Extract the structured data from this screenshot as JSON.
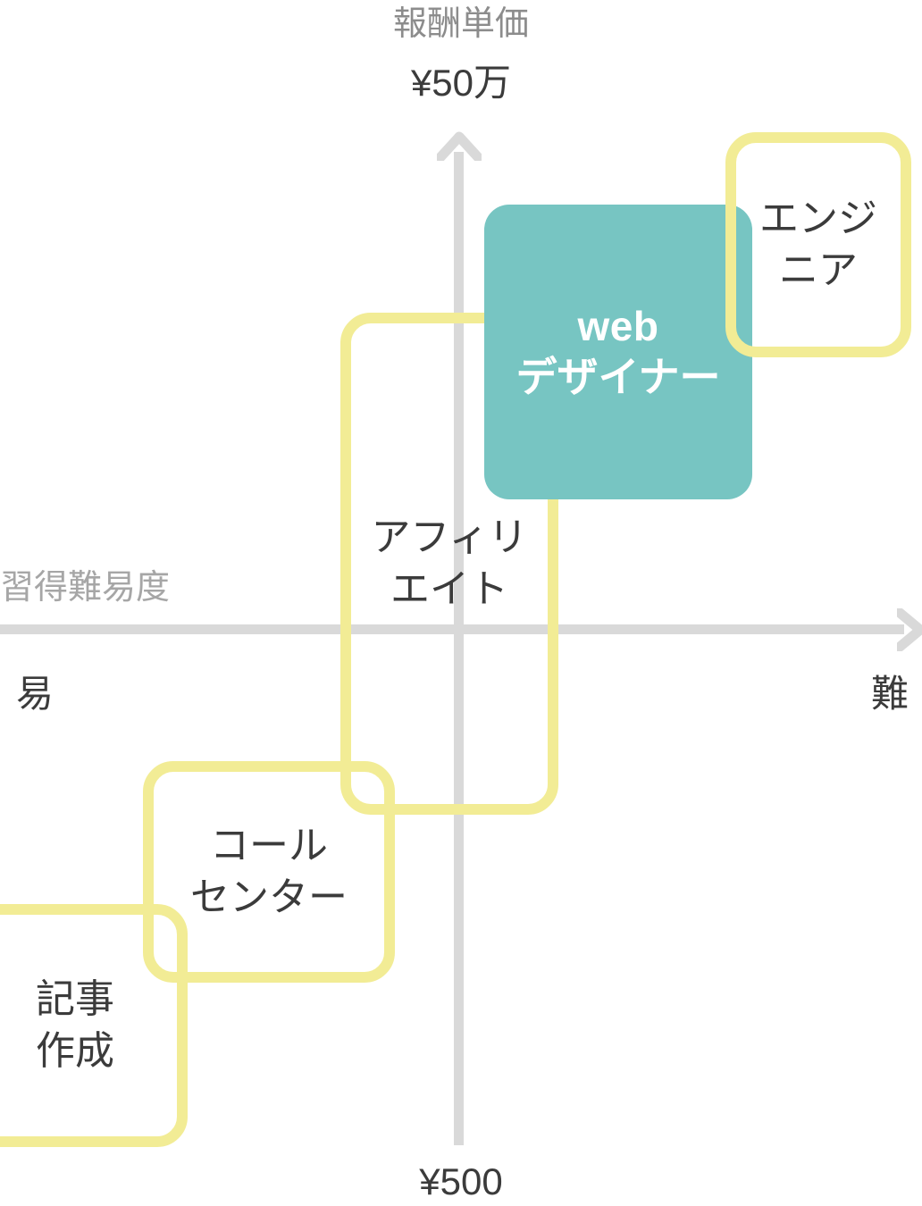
{
  "chart_data": {
    "type": "scatter",
    "title": "",
    "xlabel": "習得難易度",
    "ylabel": "報酬単価",
    "x_axis": {
      "label": "習得難易度",
      "low_end_label": "易",
      "high_end_label": "難",
      "arrow": "right"
    },
    "y_axis": {
      "label": "報酬単価",
      "high_end_label": "¥50万",
      "low_end_label": "¥500",
      "arrow": "up"
    },
    "grid": false,
    "legend": null,
    "items": [
      {
        "name": "エンジニア",
        "label_lines": [
          "エンジ",
          "ニア"
        ],
        "style": "outline",
        "color": "#f2ec95",
        "difficulty": "very-high",
        "pay": "very-high"
      },
      {
        "name": "webデザイナー",
        "label_lines": [
          "web",
          "デザイナー"
        ],
        "style": "filled",
        "color": "#77c5c2",
        "text_color": "#ffffff",
        "difficulty": "high",
        "pay": "high"
      },
      {
        "name": "アフィリエイト",
        "label_lines": [
          "アフィリ",
          "エイト"
        ],
        "style": "outline",
        "color": "#f2ec95",
        "difficulty": "medium",
        "pay": "wide-range"
      },
      {
        "name": "コールセンター",
        "label_lines": [
          "コール",
          "センター"
        ],
        "style": "outline",
        "color": "#f2ec95",
        "difficulty": "low",
        "pay": "low"
      },
      {
        "name": "記事作成",
        "label_lines": [
          "記事",
          "作成"
        ],
        "style": "outline",
        "color": "#f2ec95",
        "difficulty": "very-low",
        "pay": "very-low"
      }
    ]
  },
  "axes": {
    "top_title": "報酬単価",
    "top_value": "¥50万",
    "bottom_value": "¥500",
    "left_title": "習得難易度",
    "easy": "易",
    "hard": "難"
  },
  "boxes": {
    "engineer": {
      "line1": "エンジ",
      "line2": "ニア"
    },
    "webdesigner": {
      "line1": "web",
      "line2": "デザイナー"
    },
    "affiliate": {
      "line1": "アフィリ",
      "line2": "エイト"
    },
    "callcenter": {
      "line1": "コール",
      "line2": "センター"
    },
    "article": {
      "line1": "記事",
      "line2": "作成"
    }
  },
  "colors": {
    "outline": "#f2ec95",
    "filled": "#77c5c2",
    "axis": "#d9d9d9",
    "text_dark": "#3b3b3b",
    "text_muted": "#8c8c8c"
  }
}
